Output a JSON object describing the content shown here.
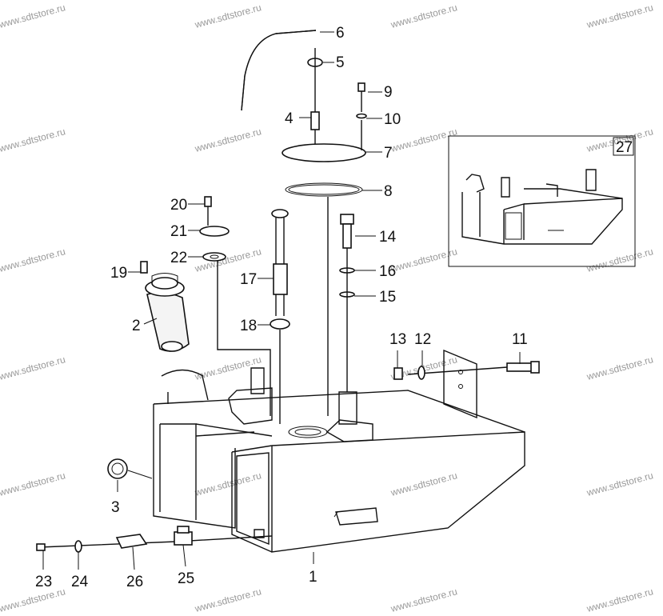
{
  "watermark": "www.sdtstore.ru",
  "callouts": [
    "1",
    "2",
    "3",
    "4",
    "5",
    "6",
    "7",
    "8",
    "9",
    "10",
    "11",
    "12",
    "13",
    "14",
    "15",
    "16",
    "17",
    "18",
    "19",
    "20",
    "21",
    "22",
    "23",
    "24",
    "25",
    "26",
    "27"
  ]
}
